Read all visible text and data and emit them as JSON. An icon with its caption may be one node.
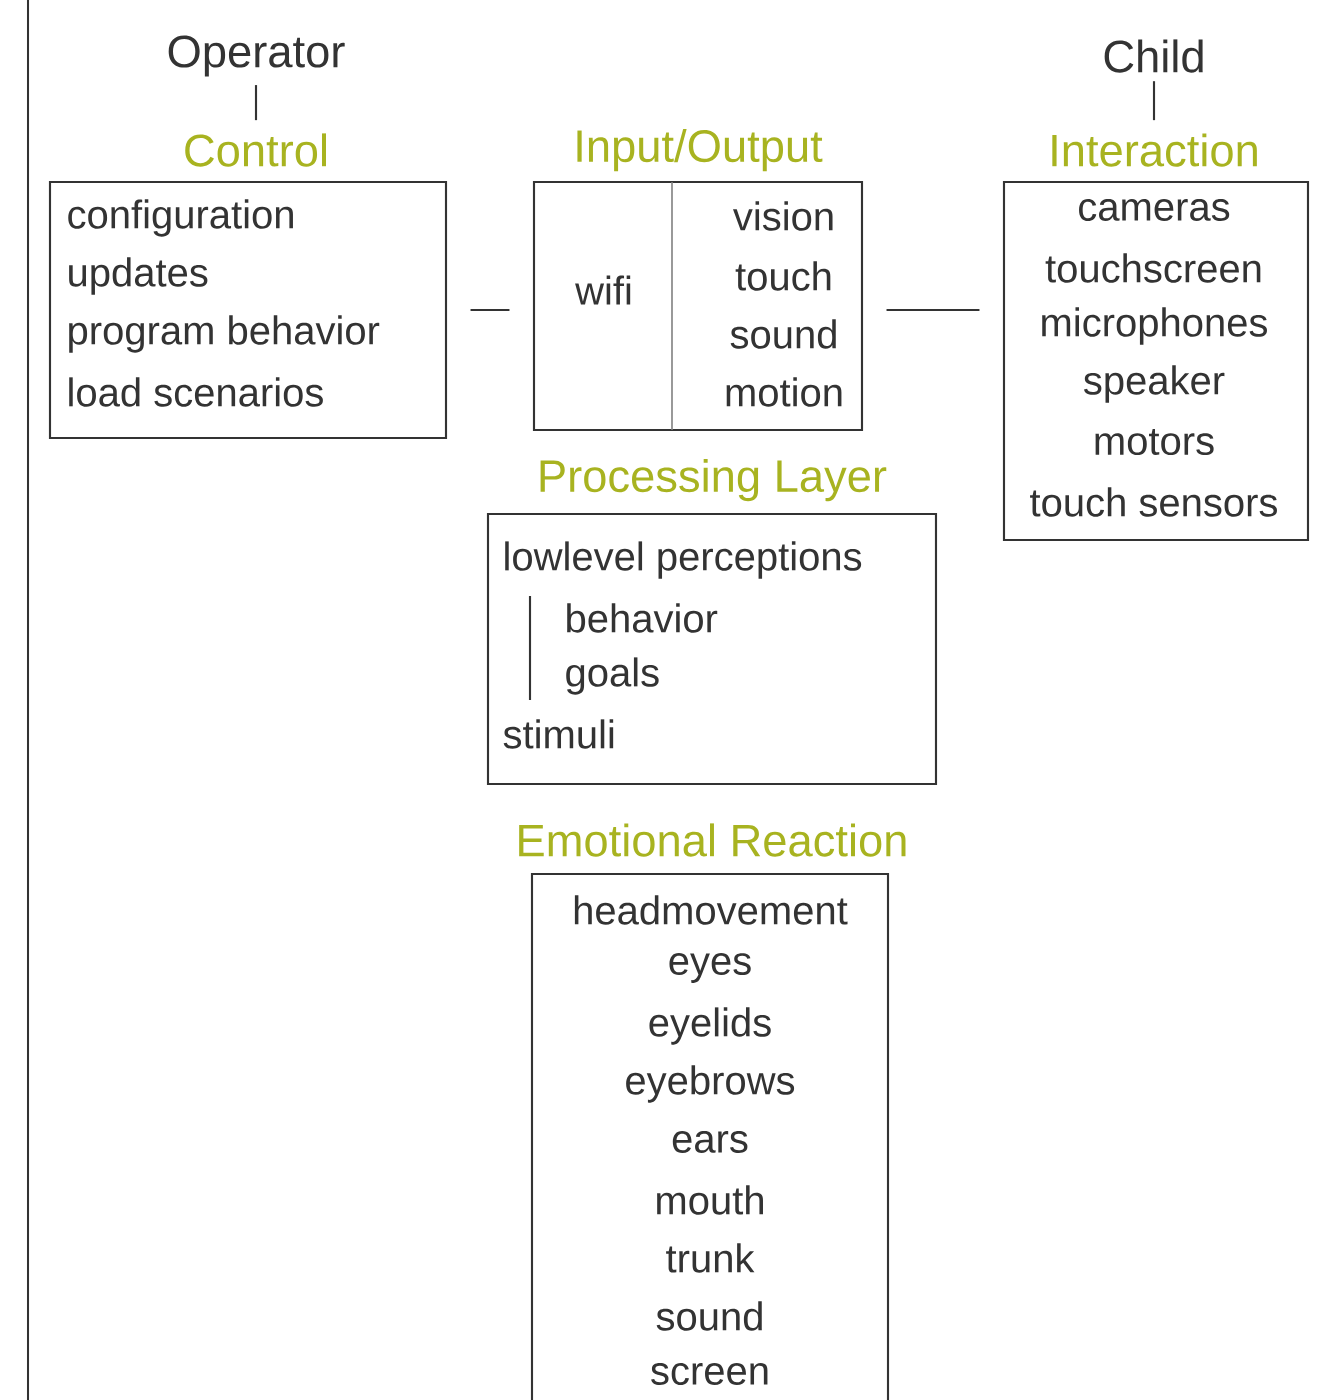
{
  "diagram": {
    "nodes": [
      {
        "text": [
          "Operator"
        ]
      },
      {
        "text": [
          "Child"
        ]
      },
      {
        "text": [
          "Control",
          "configuration",
          "updates",
          "program behavior",
          "load scenarios"
        ]
      },
      {
        "text": [
          "Input/Output",
          "wifi",
          "vision",
          "touch",
          "sound",
          "motion"
        ]
      },
      {
        "text": [
          "Interaction",
          "cameras",
          "touchscreen",
          "microphones",
          "speaker",
          "motors",
          "touch sensors"
        ]
      },
      {
        "text": [
          "Processing Layer",
          "lowlevel perceptions",
          "behavior",
          "goals",
          "stimuli"
        ]
      },
      {
        "text": [
          "Emotional Reaction",
          "headmovement",
          "eyes",
          "eyelids",
          "eyebrows",
          "ears",
          "mouth",
          "trunk",
          "sound",
          "screen"
        ]
      }
    ],
    "edges": [
      {
        "from": 0,
        "to": 2,
        "arrow": "none"
      },
      {
        "from": 1,
        "to": 4,
        "arrow": "none"
      },
      {
        "from": 2,
        "to": 3,
        "arrow": "none"
      },
      {
        "from": 3,
        "to": 4,
        "arrow": "none"
      }
    ]
  }
}
